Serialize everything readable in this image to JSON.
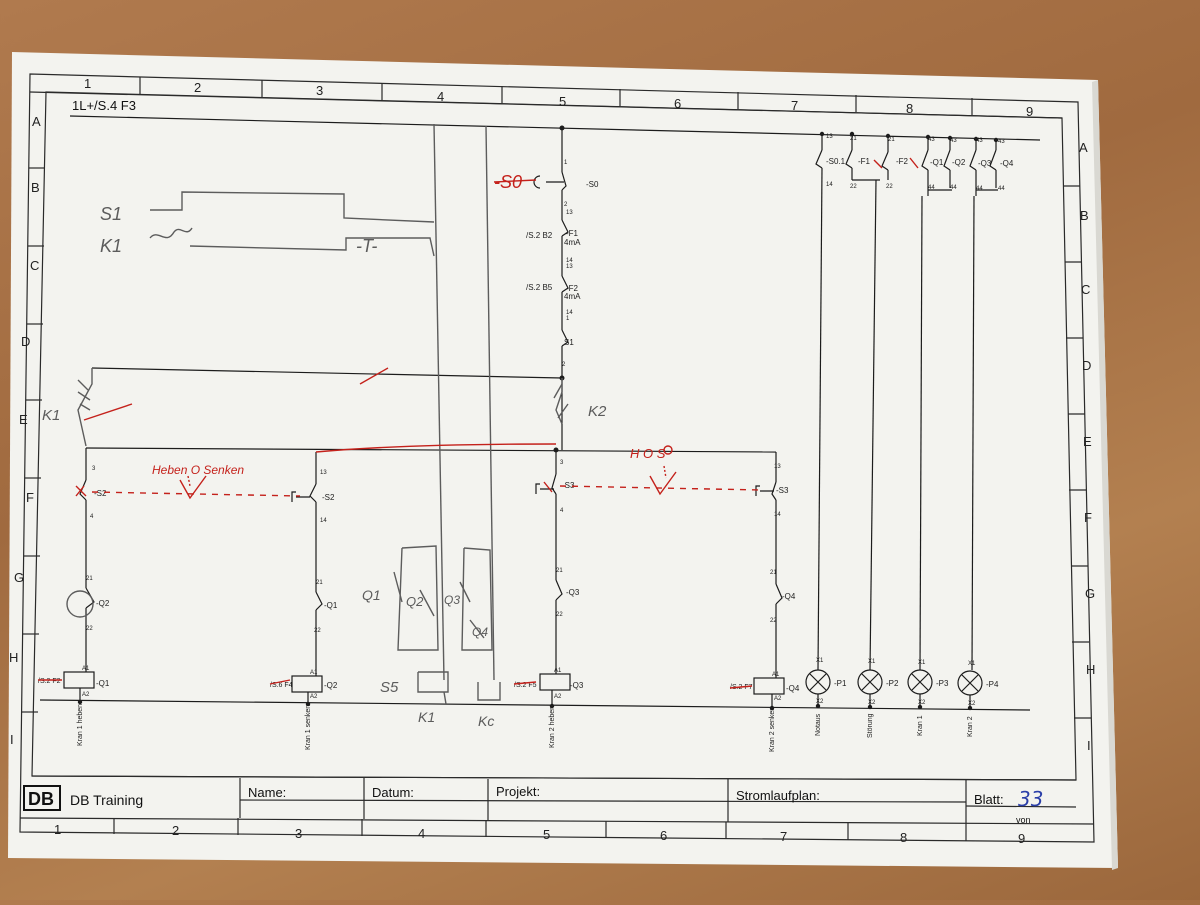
{
  "sheet": {
    "cols_top": [
      "1",
      "2",
      "3",
      "4",
      "5",
      "6",
      "7",
      "8",
      "9"
    ],
    "cols_bottom": [
      "1",
      "2",
      "3",
      "4",
      "5",
      "6",
      "7",
      "8",
      "9"
    ],
    "rows_left": [
      "A",
      "B",
      "C",
      "D",
      "E",
      "F",
      "G",
      "H",
      "I"
    ],
    "rows_right": [
      "A",
      "B",
      "C",
      "D",
      "E",
      "F",
      "G",
      "H",
      "I"
    ]
  },
  "header": {
    "ref": "1L+/S.4 F3"
  },
  "components": {
    "s0": "-S0",
    "f1": "-F1",
    "f1_rating": "4mA",
    "f1_ref": "/S.2 B2",
    "f2": "-F2",
    "f2_rating": "4mA",
    "f2_ref": "/S.2 B5",
    "s1": "S1",
    "s2a": "-S2",
    "s2b": "-S2",
    "s3a": "-S3",
    "s3b": "-S3",
    "q2c": "-Q2",
    "q1c": "-Q1",
    "q3c": "-Q3",
    "q4c": "-Q4",
    "coil_q1": "-Q1",
    "coil_q2": "-Q2",
    "coil_q3": "-Q3",
    "coil_q4": "-Q4",
    "coil_q1_ref": "/S.2 F2",
    "coil_q2_ref": "/S.6 F4",
    "coil_q3_ref": "/S.2 F5",
    "coil_q4_ref": "/S.2 F7",
    "p1": "-P1",
    "p2": "-P2",
    "p3": "-P3",
    "p4": "-P4",
    "aux_s01": "-S0.1",
    "aux_f1": "-F1",
    "aux_f2": "-F2",
    "aux_q1": "-Q1",
    "aux_q2": "-Q2",
    "aux_q3": "-Q3",
    "aux_q4": "-Q4",
    "a1": "A1",
    "a2": "A2",
    "x1": "X1",
    "x2": "X2"
  },
  "terminals": {
    "t1": "1",
    "t2": "2",
    "t13": "13",
    "t14": "14",
    "t3": "3",
    "t4": "4",
    "t21": "21",
    "t22": "22",
    "t43": "43",
    "t44": "44"
  },
  "labels": {
    "kran1_heben": "Kran 1 heben",
    "kran1_senken": "Kran 1 senken",
    "kran2_heben": "Kran 2 heben",
    "kran2_senken": "Kran 2 senken",
    "notaus": "Notaus",
    "stoerung": "Störung",
    "kran1": "Kran 1",
    "kran2": "Kran 2"
  },
  "handwritten": {
    "s1": "S1",
    "k1": "K1",
    "t_mark": "-T-",
    "s0": "-S0",
    "heben_o_senken": "Heben O Senken",
    "h_o_s": "H O S",
    "k2": "K2",
    "k1_left": "K1",
    "q1": "Q1",
    "q2": "Q2",
    "q3": "Q3",
    "q4": "Q4",
    "s5": "S5",
    "k1_bottom": "K1",
    "kc": "Kc",
    "blatt": "33"
  },
  "title_block": {
    "logo": "DB",
    "company": "DB Training",
    "name_label": "Name:",
    "date_label": "Datum:",
    "project_label": "Projekt:",
    "plan_label": "Stromlaufplan:",
    "sheet_label": "Blatt:",
    "of_label": "von"
  },
  "colors": {
    "paper": "#f3f3ef",
    "ink": "#1c1c1c",
    "red_ink": "#c4211b",
    "pencil": "#5c5c5c",
    "blue_ink": "#2a3ea8"
  }
}
